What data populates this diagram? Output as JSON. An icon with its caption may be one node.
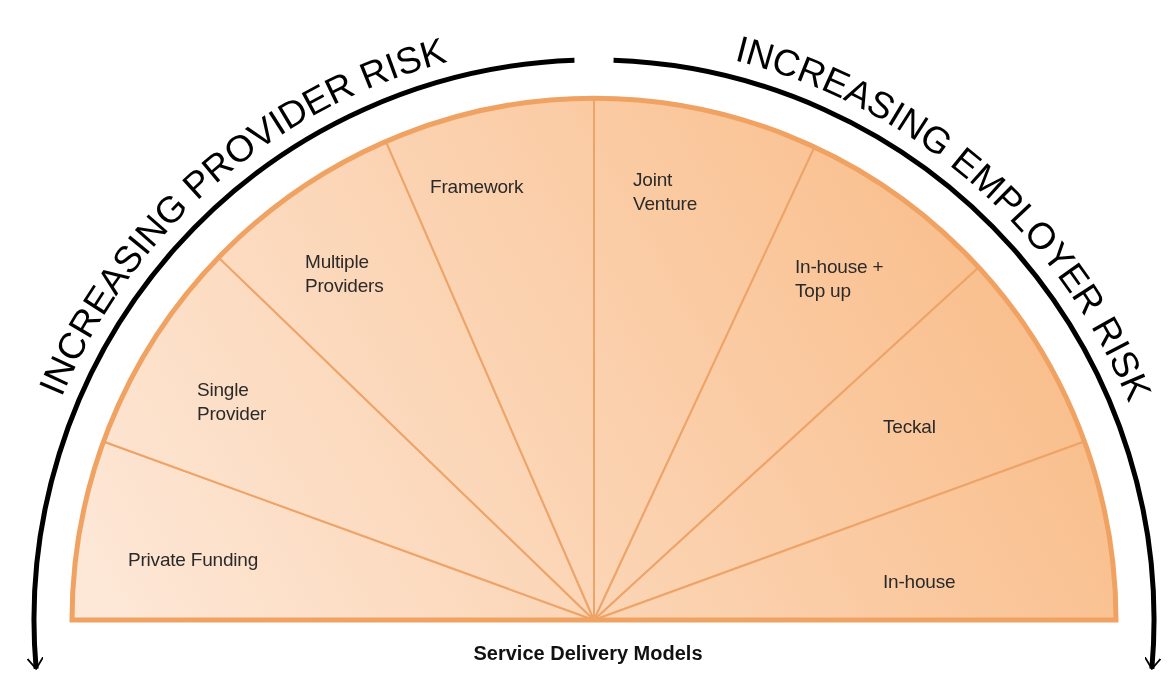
{
  "diagram": {
    "caption": "Service Delivery Models",
    "nodes": [
      {
        "text": [
          "Private Funding"
        ]
      },
      {
        "text": [
          "Single Provider"
        ]
      },
      {
        "text": [
          "Multiple Providers"
        ]
      },
      {
        "text": [
          "Framework"
        ]
      },
      {
        "text": [
          "Joint Venture"
        ]
      },
      {
        "text": [
          "In-house + Top up"
        ]
      },
      {
        "text": [
          "Teckal"
        ]
      },
      {
        "text": [
          "In-house"
        ]
      }
    ],
    "labels": [
      "INCREASING PROVIDER RISK",
      "INCREASING EMPLOYER RISK"
    ]
  }
}
